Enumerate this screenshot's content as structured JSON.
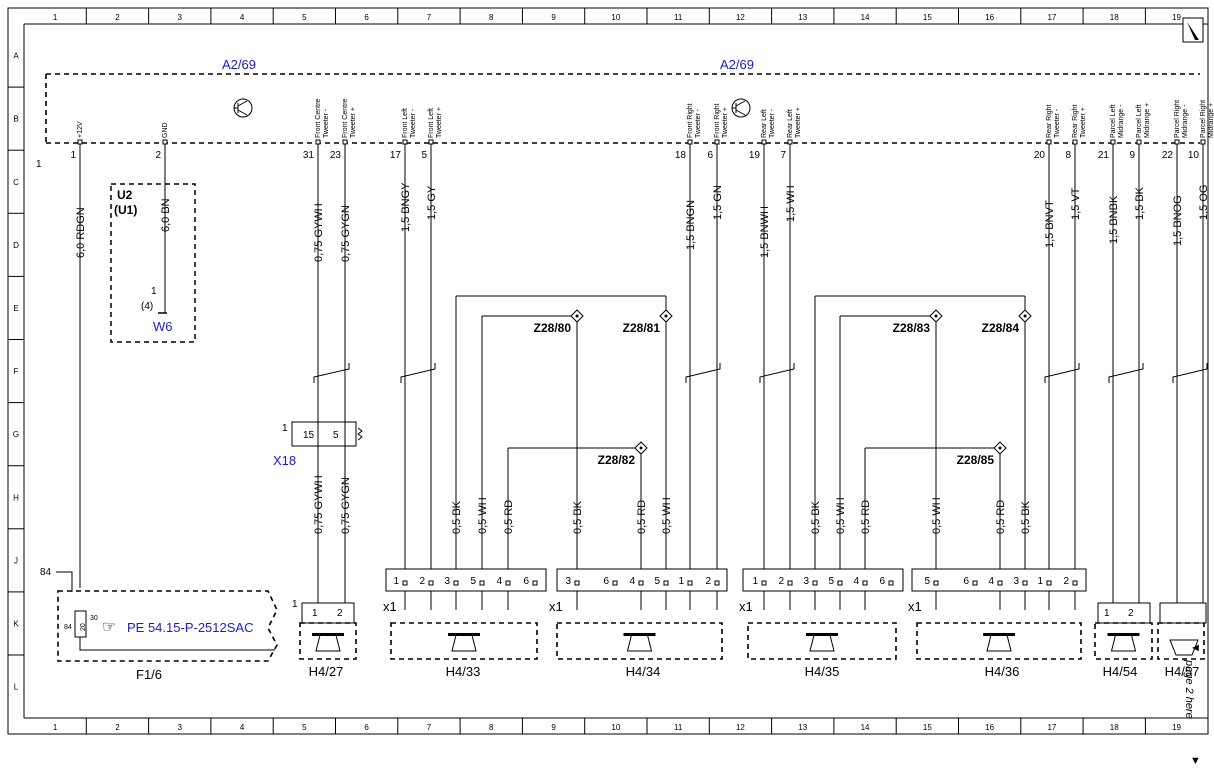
{
  "grid": {
    "cols": [
      "1",
      "2",
      "3",
      "4",
      "5",
      "6",
      "7",
      "8",
      "9",
      "10",
      "11",
      "12",
      "13",
      "14",
      "15",
      "16",
      "17",
      "18",
      "19"
    ],
    "rows": [
      "A",
      "B",
      "C",
      "D",
      "E",
      "F",
      "G",
      "H",
      "J",
      "K",
      "L"
    ]
  },
  "module": {
    "label_left": "A2/69",
    "label_right": "A2/69"
  },
  "pins": [
    {
      "num": "1",
      "name": "+12V"
    },
    {
      "num": "2",
      "name": "GND"
    },
    {
      "num": "31",
      "name": "Front Centre Tweeter -"
    },
    {
      "num": "23",
      "name": "Front Centre Tweeter +"
    },
    {
      "num": "17",
      "name": "Front Left Tweeter -"
    },
    {
      "num": "5",
      "name": "Front Left Tweeter +"
    },
    {
      "num": "18",
      "name": "Front Right Tweeter -"
    },
    {
      "num": "6",
      "name": "Front Right Tweeter +"
    },
    {
      "num": "19",
      "name": "Rear Left Tweeter -"
    },
    {
      "num": "7",
      "name": "Rear Left Tweeter +"
    },
    {
      "num": "20",
      "name": "Rear Right Tweeter -"
    },
    {
      "num": "8",
      "name": "Rear Right Tweeter +"
    },
    {
      "num": "21",
      "name": "Parcel Left Midrange -"
    },
    {
      "num": "9",
      "name": "Parcel Left Midrange +"
    },
    {
      "num": "22",
      "name": "Parcel Right Midrange -"
    },
    {
      "num": "10",
      "name": "Parcel Right Midrange +"
    }
  ],
  "wires": {
    "upper": [
      "6,0 RDGN",
      "6,0 BN",
      "0,75 GYWH",
      "0,75 GYGN",
      "1,5 BNGY",
      "1,5 GY",
      "1,5 BNGN",
      "1,5 GN",
      "1,5 BNWH",
      "1,5 WH",
      "1,5 BNVT",
      "1,5 VT",
      "1,5 BNBK",
      "1,5 BK",
      "1,5 BNOG",
      "1,5 OG"
    ],
    "lower": [
      "0,75 GYWH",
      "0,75 GYGN",
      "0,5 BK",
      "0,5 WH",
      "0,5 RD",
      "0,5 BK",
      "0,5 RD",
      "0,5 WH",
      "0,5 BK",
      "0,5 WH",
      "0,5 RD",
      "0,5 WH",
      "0,5 RD",
      "0,5 BK"
    ]
  },
  "ground": {
    "module": "U2",
    "alt": "(U1)",
    "pin": "1",
    "pin_alt": "(4)",
    "point": "W6"
  },
  "connector_x18": {
    "label": "X18",
    "pin_a": "15",
    "pin_b": "5",
    "side": "1"
  },
  "splices": [
    "Z28/80",
    "Z28/81",
    "Z28/82",
    "Z28/83",
    "Z28/84",
    "Z28/85"
  ],
  "fuse": {
    "pin_top": "84",
    "pin_a": "84",
    "pin_b": "20",
    "pin_c": "30",
    "ref": "PE 54.15-P-2512SAC",
    "label": "F1/6"
  },
  "speakers": [
    {
      "label": "H4/27"
    },
    {
      "label": "H4/33"
    },
    {
      "label": "H4/34"
    },
    {
      "label": "H4/35"
    },
    {
      "label": "H4/36"
    },
    {
      "label": "H4/54"
    },
    {
      "label": "H4/57"
    }
  ],
  "connector_x1": "x1",
  "block_pins": {
    "b33": [
      "1",
      "2",
      "3",
      "5",
      "4",
      "6"
    ],
    "b34": [
      "3",
      "6",
      "4",
      "5",
      "1",
      "2"
    ],
    "b35": [
      "1",
      "2",
      "3",
      "5",
      "4",
      "6"
    ],
    "b36": [
      "5",
      "6",
      "4",
      "3",
      "1",
      "2"
    ],
    "b54": [
      "1",
      "2"
    ],
    "b27": [
      "1",
      "2"
    ],
    "b27_side": "1"
  },
  "nav": {
    "text": "page 2 here"
  },
  "misc": {
    "one": "1"
  }
}
